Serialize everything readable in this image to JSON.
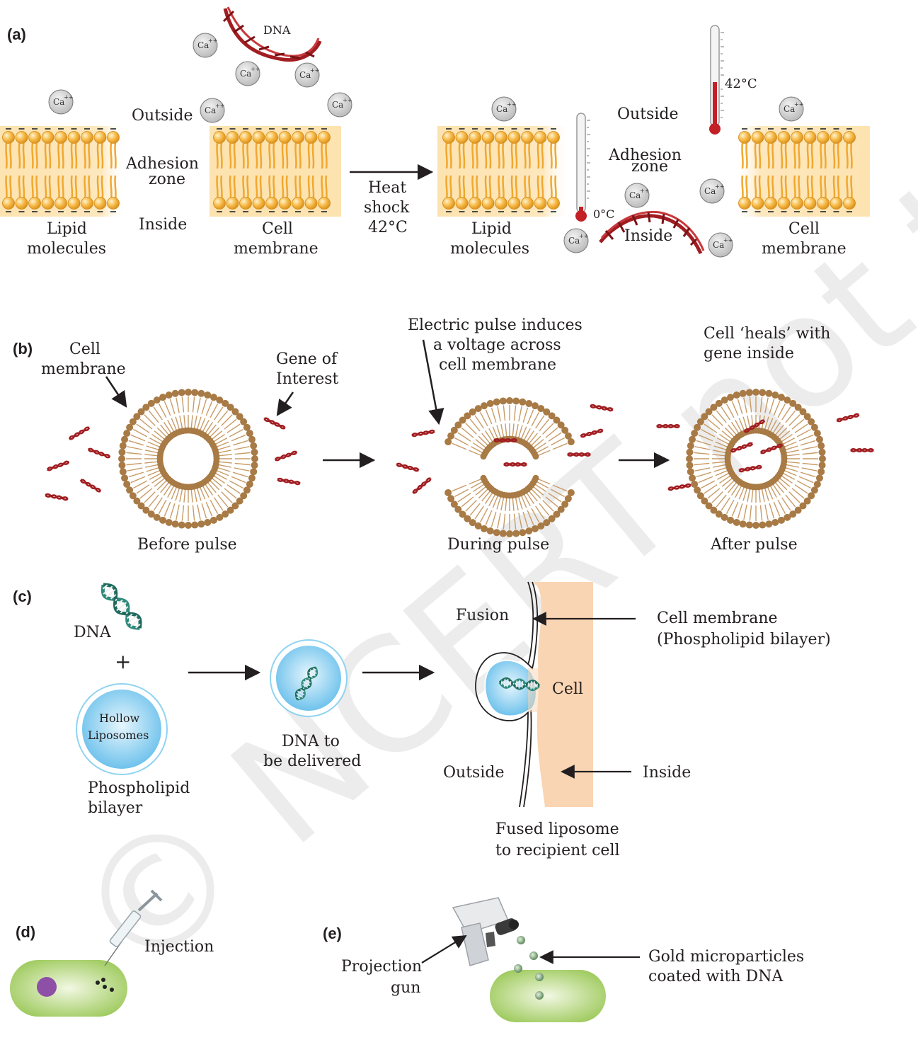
{
  "watermark": "© NCERT not to be republished",
  "panel_a": {
    "tag": "(a)",
    "dna": "DNA",
    "ion_base": "Ca",
    "ion_charge": "++",
    "outside": "Outside",
    "adhesion": "Adhesion",
    "zone": "zone",
    "inside": "Inside",
    "lipid_1": "Lipid",
    "lipid_2": "molecules",
    "cellmem_1": "Cell",
    "cellmem_2": "membrane",
    "heat_1": "Heat",
    "heat_2": "shock",
    "heat_3": "42°C",
    "temp_high": "42°C",
    "temp_low": "0°C"
  },
  "panel_b": {
    "tag": "(b)",
    "cellmem_1": "Cell",
    "cellmem_2": "membrane",
    "gene_1": "Gene of",
    "gene_2": "Interest",
    "pulse_1": "Electric pulse induces",
    "pulse_2": "a voltage across",
    "pulse_3": "cell membrane",
    "heals_1": "Cell ‘heals’ with",
    "heals_2": "gene inside",
    "before": "Before pulse",
    "during": "During pulse",
    "after": "After pulse"
  },
  "panel_c": {
    "tag": "(c)",
    "dna": "DNA",
    "plus": "+",
    "hollow_1": "Hollow",
    "hollow_2": "Liposomes",
    "phospho_1": "Phospholipid",
    "phospho_2": "bilayer",
    "deliver_1": "DNA to",
    "deliver_2": "be delivered",
    "fusion": "Fusion",
    "cellmem_1": "Cell membrane",
    "cellmem_2": "(Phospholipid bilayer)",
    "cell": "Cell",
    "outside": "Outside",
    "inside": "Inside",
    "fused_1": "Fused liposome",
    "fused_2": "to recipient cell"
  },
  "panel_d": {
    "tag": "(d)",
    "injection": "Injection"
  },
  "panel_e": {
    "tag": "(e)",
    "gun_1": "Projection",
    "gun_2": "gun",
    "gold_1": "Gold microparticles",
    "gold_2": "coated with DNA"
  },
  "colors": {
    "dna": "#a11d21",
    "lipid_head": "#f4b23a",
    "membrane_bg": "#fde3b0",
    "ring_head": "#a87a45",
    "liposome": "#7cc7ea",
    "cell_peach": "#f9d5b3",
    "green_cell": "#a7cf6b"
  }
}
